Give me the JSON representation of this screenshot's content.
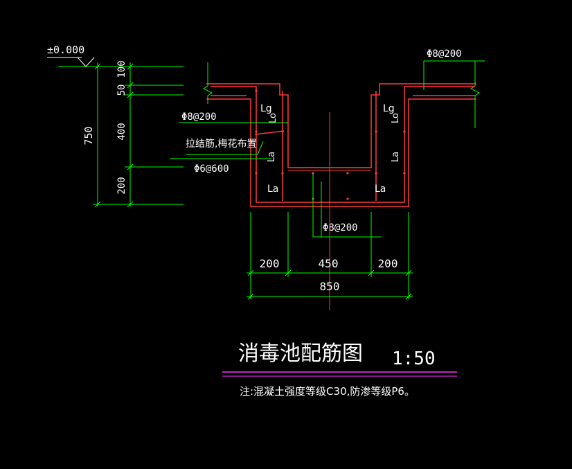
{
  "elevation": "±0.000",
  "dims_vertical": {
    "total": "750",
    "segments": [
      "100",
      "50",
      "400",
      "200"
    ]
  },
  "rebar_labels": {
    "top_left": "Φ8@200",
    "top_right": "Φ8@200",
    "tie_note": "拉结筋,梅花布置",
    "tie": "Φ6@600",
    "bottom": "Φ8@200"
  },
  "anchor_labels": {
    "lg_left": "Lg",
    "lo_left": "Lo",
    "la_left_mid": "La",
    "la_left_bot": "La",
    "lg_right": "Lg",
    "lo_right": "Lo",
    "la_right_mid": "La",
    "la_right_bot": "La"
  },
  "dims_horizontal": {
    "left": "200",
    "middle": "450",
    "right": "200",
    "total": "850"
  },
  "title": "消毒池配筋图",
  "scale": "1:50",
  "note": "注:混凝土强度等级C30,防渗等级P6。",
  "colors": {
    "background": "#000000",
    "dimension": "#00ff00",
    "concrete": "#ff3b3b",
    "rebar": "#ff3b3b",
    "text": "#ffffff",
    "underline": "#ff33ff",
    "centerline": "#ff3b3b"
  }
}
